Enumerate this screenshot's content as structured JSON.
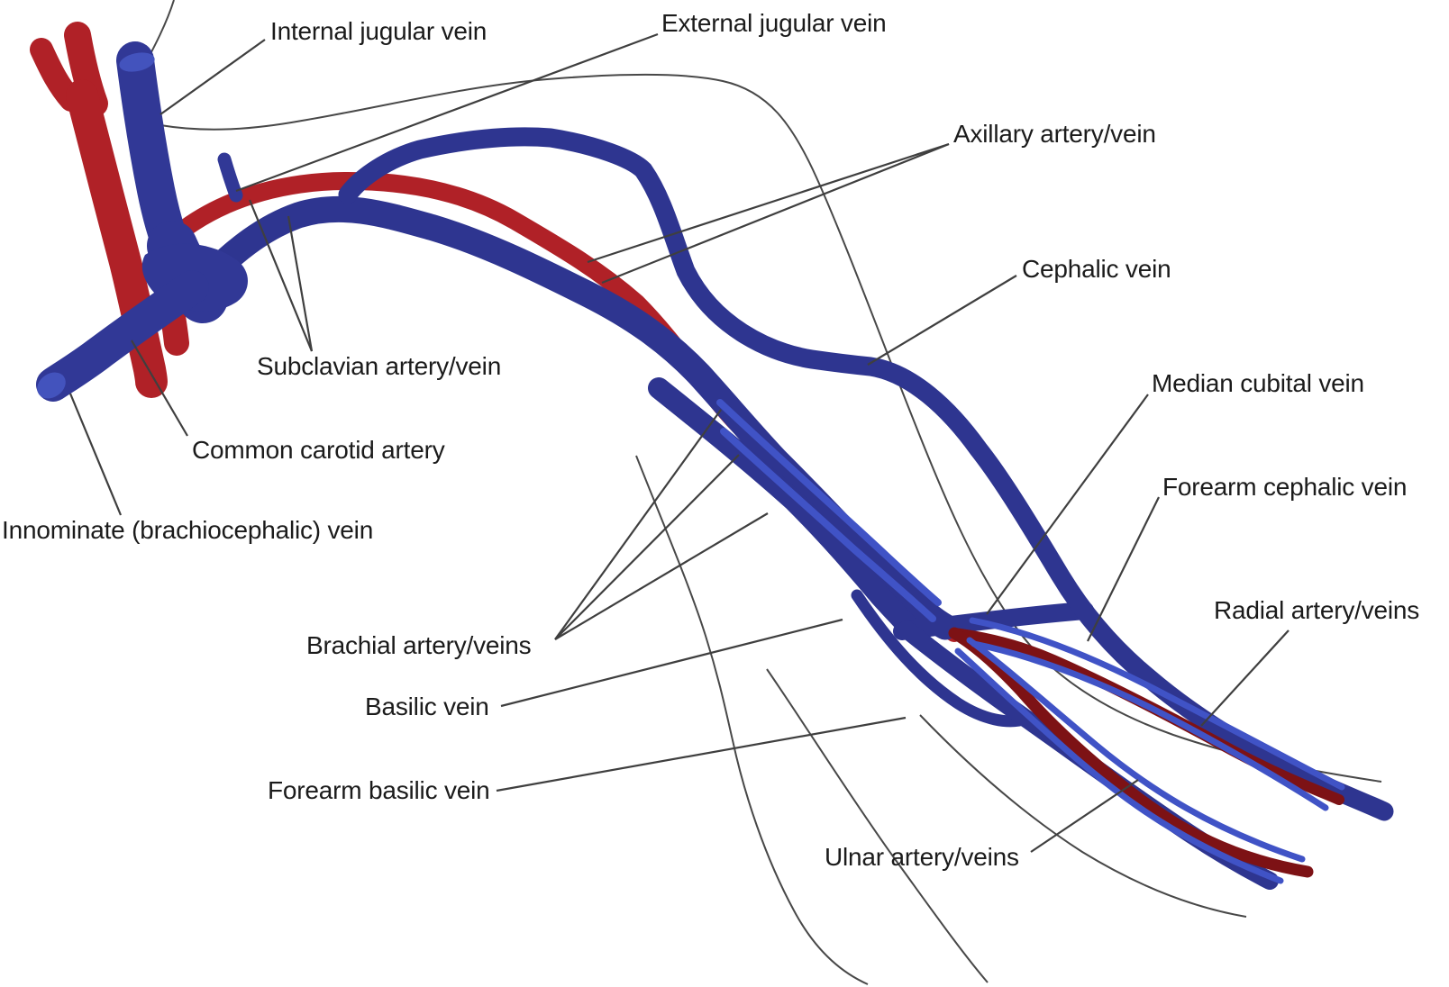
{
  "figure": {
    "kind": "anatomical-diagram",
    "subject": "Veins and arteries of the upper extremity (shoulder to hand) with leader-line labels",
    "background_color": "#ffffff"
  },
  "colors": {
    "artery_red": "#b02127",
    "forearm_artery_dark_red": "#7d1215",
    "vein_navy": "#2e3590",
    "vein_bright_blue": "#4053c6",
    "vessel_tip_highlight_blue": "#4353bd",
    "contour_line_gray": "#484848",
    "leader_line_gray": "#3f3f3f",
    "label_text": "#1b1b1b"
  },
  "labels": [
    {
      "id": "internal-jugular-vein",
      "text": "Internal jugular vein"
    },
    {
      "id": "external-jugular-vein",
      "text": "External jugular vein"
    },
    {
      "id": "axillary-artery-vein",
      "text": "Axillary artery/vein"
    },
    {
      "id": "cephalic-vein",
      "text": "Cephalic vein"
    },
    {
      "id": "median-cubital-vein",
      "text": "Median cubital vein"
    },
    {
      "id": "forearm-cephalic-vein",
      "text": "Forearm cephalic vein"
    },
    {
      "id": "radial-artery-veins",
      "text": "Radial artery/veins"
    },
    {
      "id": "subclavian-artery-vein",
      "text": "Subclavian artery/vein"
    },
    {
      "id": "common-carotid-artery",
      "text": "Common carotid artery"
    },
    {
      "id": "innominate-vein",
      "text": "Innominate (brachiocephalic) vein"
    },
    {
      "id": "brachial-artery-veins",
      "text": "Brachial artery/veins"
    },
    {
      "id": "basilic-vein",
      "text": "Basilic vein"
    },
    {
      "id": "forearm-basilic-vein",
      "text": "Forearm basilic vein"
    },
    {
      "id": "ulnar-artery-veins",
      "text": "Ulnar artery/veins"
    }
  ]
}
